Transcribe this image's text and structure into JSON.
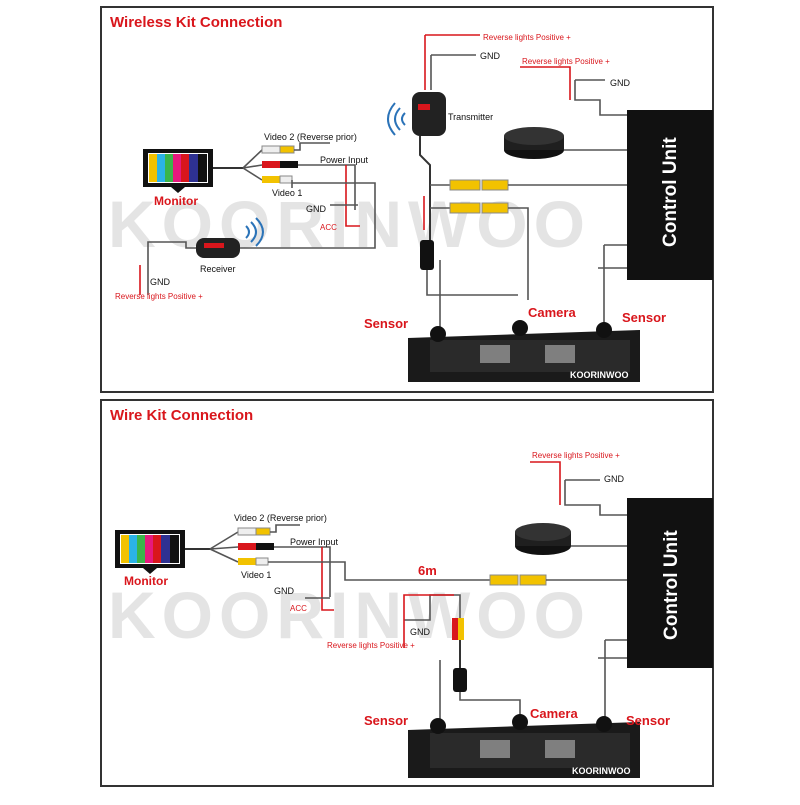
{
  "panels": {
    "wireless": {
      "title": "Wireless Kit Connection",
      "watermark": "KOORINWOO",
      "monitor_label": "Monitor",
      "video2_label": "Video 2 (Reverse prior)",
      "power_input_label": "Power Input",
      "video1_label": "Video 1",
      "gnd_monitor_label": "GND",
      "acc_label": "ACC",
      "receiver_label": "Receiver",
      "receiver_gnd_label": "GND",
      "receiver_reverse_label": "Reverse lights Positive +",
      "transmitter_label": "Transmitter",
      "transmitter_reverse_label": "Reverse lights Positive +",
      "transmitter_gnd_label": "GND",
      "cu_reverse_label": "Reverse lights Positive +",
      "cu_gnd_label": "GND",
      "control_unit_label": "Control Unit",
      "sensor_left_label": "Sensor",
      "camera_label": "Camera",
      "sensor_right_label": "Sensor",
      "plate_brand": "KOORINWOO"
    },
    "wire": {
      "title": "Wire Kit Connection",
      "watermark": "KOORINWOO",
      "monitor_label": "Monitor",
      "video2_label": "Video 2 (Reverse prior)",
      "power_input_label": "Power Input",
      "video1_label": "Video 1",
      "gnd_monitor_label": "GND",
      "acc_label": "ACC",
      "cable_length_label": "6m",
      "camera_gnd_label": "GND",
      "camera_reverse_label": "Reverse lights Positive +",
      "cu_reverse_label": "Reverse lights Positive +",
      "cu_gnd_label": "GND",
      "control_unit_label": "Control Unit",
      "sensor_left_label": "Sensor",
      "camera_label": "Camera",
      "sensor_right_label": "Sensor",
      "plate_brand": "KOORINWOO"
    }
  },
  "colors": {
    "frame": "#333333",
    "accent_red": "#d9161c",
    "control_unit": "#111111",
    "connector_yellow": "#f2c200"
  },
  "icons": [
    "monitor-icon",
    "wifi-signal-icon",
    "receiver-icon",
    "transmitter-icon",
    "buzzer-icon",
    "control-unit-box",
    "license-plate-frame",
    "rca-connector-icon"
  ]
}
